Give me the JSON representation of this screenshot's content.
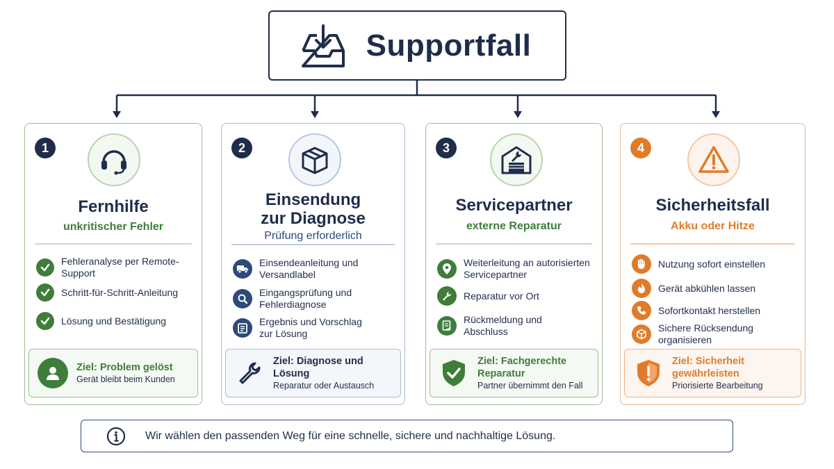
{
  "root": {
    "title": "Supportfall",
    "icon": "inbox-download-icon"
  },
  "cards": [
    {
      "number": "1",
      "icon": "headset-icon",
      "title_lines": [
        "Fernhilfe"
      ],
      "subtitle": "unkritischer Fehler",
      "items": [
        {
          "icon": "check-icon",
          "lines": [
            "Fehleranalyse per Remote-Support"
          ]
        },
        {
          "icon": "check-icon",
          "lines": [
            "Schritt-für-Schritt-Anleitung"
          ]
        },
        {
          "icon": "check-icon",
          "lines": [
            "Lösung und Bestätigung"
          ]
        }
      ],
      "goal": {
        "icon": "user-icon",
        "title": "Ziel: Problem gelöst",
        "subtitle": "Gerät bleibt beim Kunden"
      }
    },
    {
      "number": "2",
      "icon": "package-icon",
      "title_lines": [
        "Einsendung",
        "zur Diagnose"
      ],
      "subtitle": "Prüfung erforderlich",
      "items": [
        {
          "icon": "truck-icon",
          "lines": [
            "Einsendeanleitung und",
            "Versandlabel"
          ]
        },
        {
          "icon": "magnifier-icon",
          "lines": [
            "Eingangsprüfung und",
            "Fehlerdiagnose"
          ]
        },
        {
          "icon": "clipboard-icon",
          "lines": [
            "Ergebnis und Vorschlag",
            "zur Lösung"
          ]
        }
      ],
      "goal": {
        "icon": "wrench-icon",
        "title": "Ziel: Diagnose und Lösung",
        "subtitle": "Reparatur oder Austausch"
      }
    },
    {
      "number": "3",
      "icon": "garage-wrench-icon",
      "title_lines": [
        "Servicepartner"
      ],
      "subtitle": "externe Reparatur",
      "items": [
        {
          "icon": "location-pin-icon",
          "lines": [
            "Weiterleitung an autorisierten",
            "Servicepartner"
          ]
        },
        {
          "icon": "wrench-icon",
          "lines": [
            "Reparatur vor Ort"
          ]
        },
        {
          "icon": "document-check-icon",
          "lines": [
            "Rückmeldung und",
            "Abschluss"
          ]
        }
      ],
      "goal": {
        "icon": "shield-check-icon",
        "title": "Ziel: Fachgerechte Reparatur",
        "subtitle": "Partner übernimmt den Fall"
      }
    },
    {
      "number": "4",
      "icon": "warning-triangle-icon",
      "title_lines": [
        "Sicherheitsfall"
      ],
      "subtitle": "Akku oder Hitze",
      "items": [
        {
          "icon": "stop-hand-icon",
          "lines": [
            "Nutzung sofort einstellen"
          ]
        },
        {
          "icon": "flame-icon",
          "lines": [
            "Gerät abkühlen lassen"
          ]
        },
        {
          "icon": "phone-icon",
          "lines": [
            "Sofortkontakt herstellen"
          ]
        },
        {
          "icon": "box-icon",
          "lines": [
            "Sichere Rücksendung",
            "organisieren"
          ]
        }
      ],
      "goal": {
        "icon": "shield-alert-icon",
        "title": "Ziel: Sicherheit gewährleisten",
        "subtitle": "Priorisierte Bearbeitung"
      }
    }
  ],
  "footer": {
    "icon": "info-icon",
    "text": "Wir wählen den passenden Weg für eine schnelle, sichere und nachhaltige Lösung."
  },
  "colors": {
    "navy": "#1f2d4a",
    "green": "#3f7d3a",
    "green_light": "#9bbf8f",
    "blue": "#2c4a7a",
    "blue_light": "#a9b9d6",
    "orange": "#e07b2a",
    "orange_light": "#f1b58a"
  }
}
